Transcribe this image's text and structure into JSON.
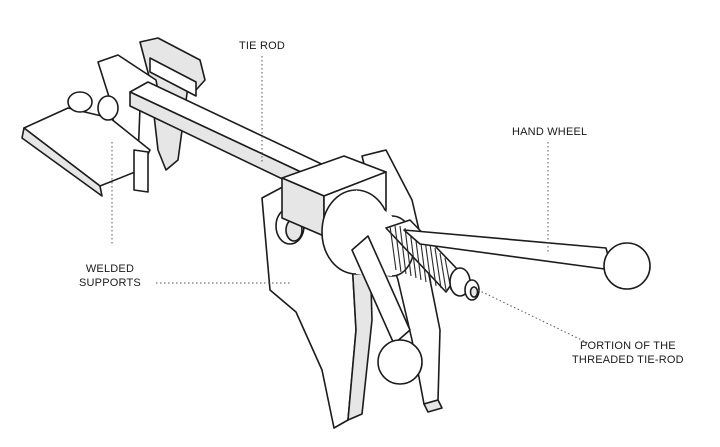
{
  "labels": {
    "tie_rod": "Tie rod",
    "hand_wheel": "Hand wheel",
    "welded_supports_line1": "Welded",
    "welded_supports_line2": "supports",
    "threaded_line1": "Portion of the",
    "threaded_line2": "threaded tie-rod"
  },
  "colors": {
    "stroke": "#1c1c1c",
    "fill": "#ffffff",
    "shade": "#e6e6e6"
  }
}
